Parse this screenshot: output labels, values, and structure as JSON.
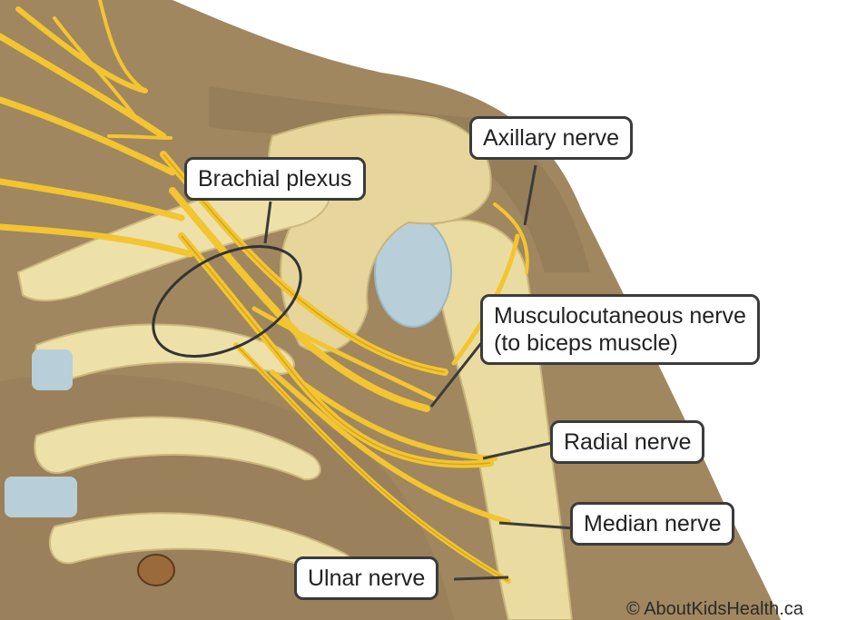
{
  "labels": {
    "brachial_plexus": "Brachial plexus",
    "axillary_nerve": "Axillary nerve",
    "musculocutaneous_nerve": "Musculocutaneous nerve",
    "musculocutaneous_note": "(to biceps muscle)",
    "radial_nerve": "Radial nerve",
    "median_nerve": "Median nerve",
    "ulnar_nerve": "Ulnar nerve"
  },
  "copyright": "© AboutKidsHealth.ca",
  "colors": {
    "skin": "#a0875f",
    "skin_dark": "#8c7450",
    "bone": "#eee0a9",
    "bone_shadow": "#d6c488",
    "cartilage": "#b8cfd9",
    "nerve": "#f2c531",
    "nerve_dark": "#c99a12",
    "muscle": "#a58865",
    "outline": "#3b3b3b"
  }
}
